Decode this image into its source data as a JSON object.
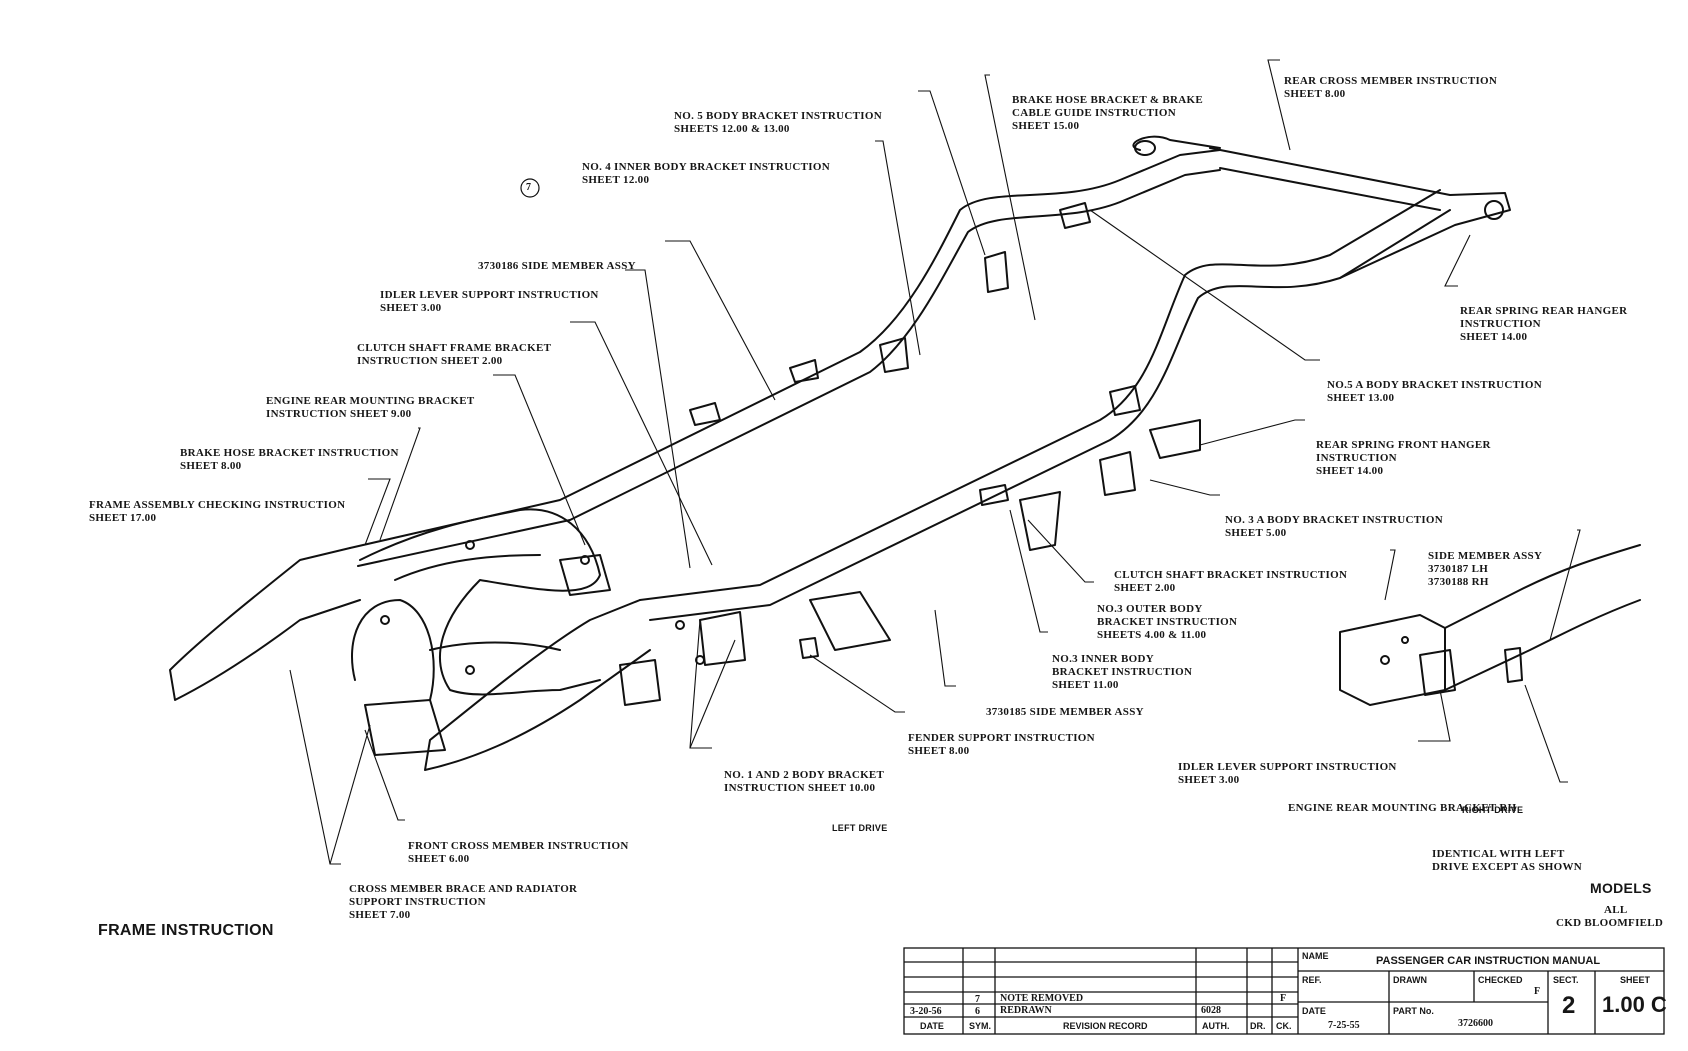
{
  "sheet_number_mark": "7",
  "callouts": {
    "no5_body": [
      "NO. 5 BODY BRACKET INSTRUCTION",
      "SHEETS 12.00 & 13.00"
    ],
    "no4_inner": [
      "NO. 4 INNER BODY BRACKET INSTRUCTION",
      "SHEET 12.00"
    ],
    "side_member_186": [
      "3730186 SIDE MEMBER ASSY"
    ],
    "idler_support": [
      "IDLER LEVER SUPPORT INSTRUCTION",
      "SHEET 3.00"
    ],
    "clutch_frame": [
      "CLUTCH SHAFT FRAME BRACKET",
      "INSTRUCTION SHEET 2.00"
    ],
    "engine_rear": [
      "ENGINE REAR MOUNTING BRACKET",
      "INSTRUCTION SHEET 9.00"
    ],
    "brake_hose": [
      "BRAKE HOSE BRACKET INSTRUCTION",
      "SHEET 8.00"
    ],
    "frame_checking": [
      "FRAME ASSEMBLY CHECKING INSTRUCTION",
      "SHEET 17.00"
    ],
    "brake_cable": [
      "BRAKE HOSE BRACKET & BRAKE",
      "CABLE GUIDE INSTRUCTION",
      "SHEET 15.00"
    ],
    "rear_cross": [
      "REAR CROSS MEMBER INSTRUCTION",
      "SHEET 8.00"
    ],
    "rear_spring_rear": [
      "REAR SPRING REAR HANGER",
      "INSTRUCTION",
      "SHEET 14.00"
    ],
    "no5a_body": [
      "NO.5 A BODY BRACKET INSTRUCTION",
      "SHEET 13.00"
    ],
    "rear_spring_front": [
      "REAR SPRING FRONT HANGER",
      "INSTRUCTION",
      "SHEET 14.00"
    ],
    "no3a_body": [
      "NO. 3 A BODY BRACKET INSTRUCTION",
      "SHEET 5.00"
    ],
    "clutch_bracket": [
      "CLUTCH SHAFT BRACKET INSTRUCTION",
      "SHEET 2.00"
    ],
    "no3_outer": [
      "NO.3 OUTER BODY",
      "BRACKET INSTRUCTION",
      "SHEETS 4.00 & 11.00"
    ],
    "no3_inner": [
      "NO.3 INNER BODY",
      "BRACKET INSTRUCTION",
      "SHEET 11.00"
    ],
    "side_member_185": [
      "3730185 SIDE MEMBER ASSY"
    ],
    "fender_support": [
      "FENDER SUPPORT INSTRUCTION",
      "SHEET 8.00"
    ],
    "no1_2_body": [
      "NO. 1 AND 2 BODY BRACKET",
      "INSTRUCTION SHEET 10.00"
    ],
    "front_cross": [
      "FRONT CROSS MEMBER INSTRUCTION",
      "SHEET 6.00"
    ],
    "cross_brace": [
      "CROSS MEMBER BRACE AND RADIATOR",
      "SUPPORT INSTRUCTION",
      "SHEET 7.00"
    ],
    "side_member_assy": [
      "SIDE MEMBER ASSY",
      "3730187 LH",
      "3730188 RH"
    ],
    "idler_support_rh": [
      "IDLER LEVER SUPPORT INSTRUCTION",
      "SHEET 3.00"
    ],
    "engine_rear_rh": [
      "ENGINE REAR MOUNTING BRACKET RH"
    ]
  },
  "left_drive_label": "LEFT DRIVE",
  "right_drive": {
    "title": "RIGHT DRIVE",
    "note": [
      "IDENTICAL WITH LEFT",
      "DRIVE EXCEPT AS SHOWN"
    ]
  },
  "frame_title": "FRAME INSTRUCTION",
  "models": {
    "title": "MODELS",
    "line1": "ALL",
    "line2": "CKD BLOOMFIELD"
  },
  "title_block": {
    "name_label": "NAME",
    "name_value": "PASSENGER CAR INSTRUCTION MANUAL",
    "ref_label": "REF.",
    "drawn_label": "DRAWN",
    "checked_label": "CHECKED",
    "checked_mark": "F",
    "sect_label": "SECT.",
    "sect_value": "2",
    "sheet_label": "SHEET",
    "sheet_value": "1.00 C",
    "date_label": "DATE",
    "date_value": "7-25-55",
    "part_label": "PART No.",
    "part_value": "3726600",
    "revisions": [
      {
        "date": "",
        "sym": "7",
        "record": "NOTE REMOVED",
        "auth": "",
        "dr": "",
        "ck": "F"
      },
      {
        "date": "3-20-56",
        "sym": "6",
        "record": "REDRAWN",
        "auth": "6028",
        "dr": "",
        "ck": ""
      }
    ],
    "footer": {
      "date": "DATE",
      "sym": "SYM.",
      "record": "REVISION RECORD",
      "auth": "AUTH.",
      "dr": "DR.",
      "ck": "CK."
    }
  }
}
